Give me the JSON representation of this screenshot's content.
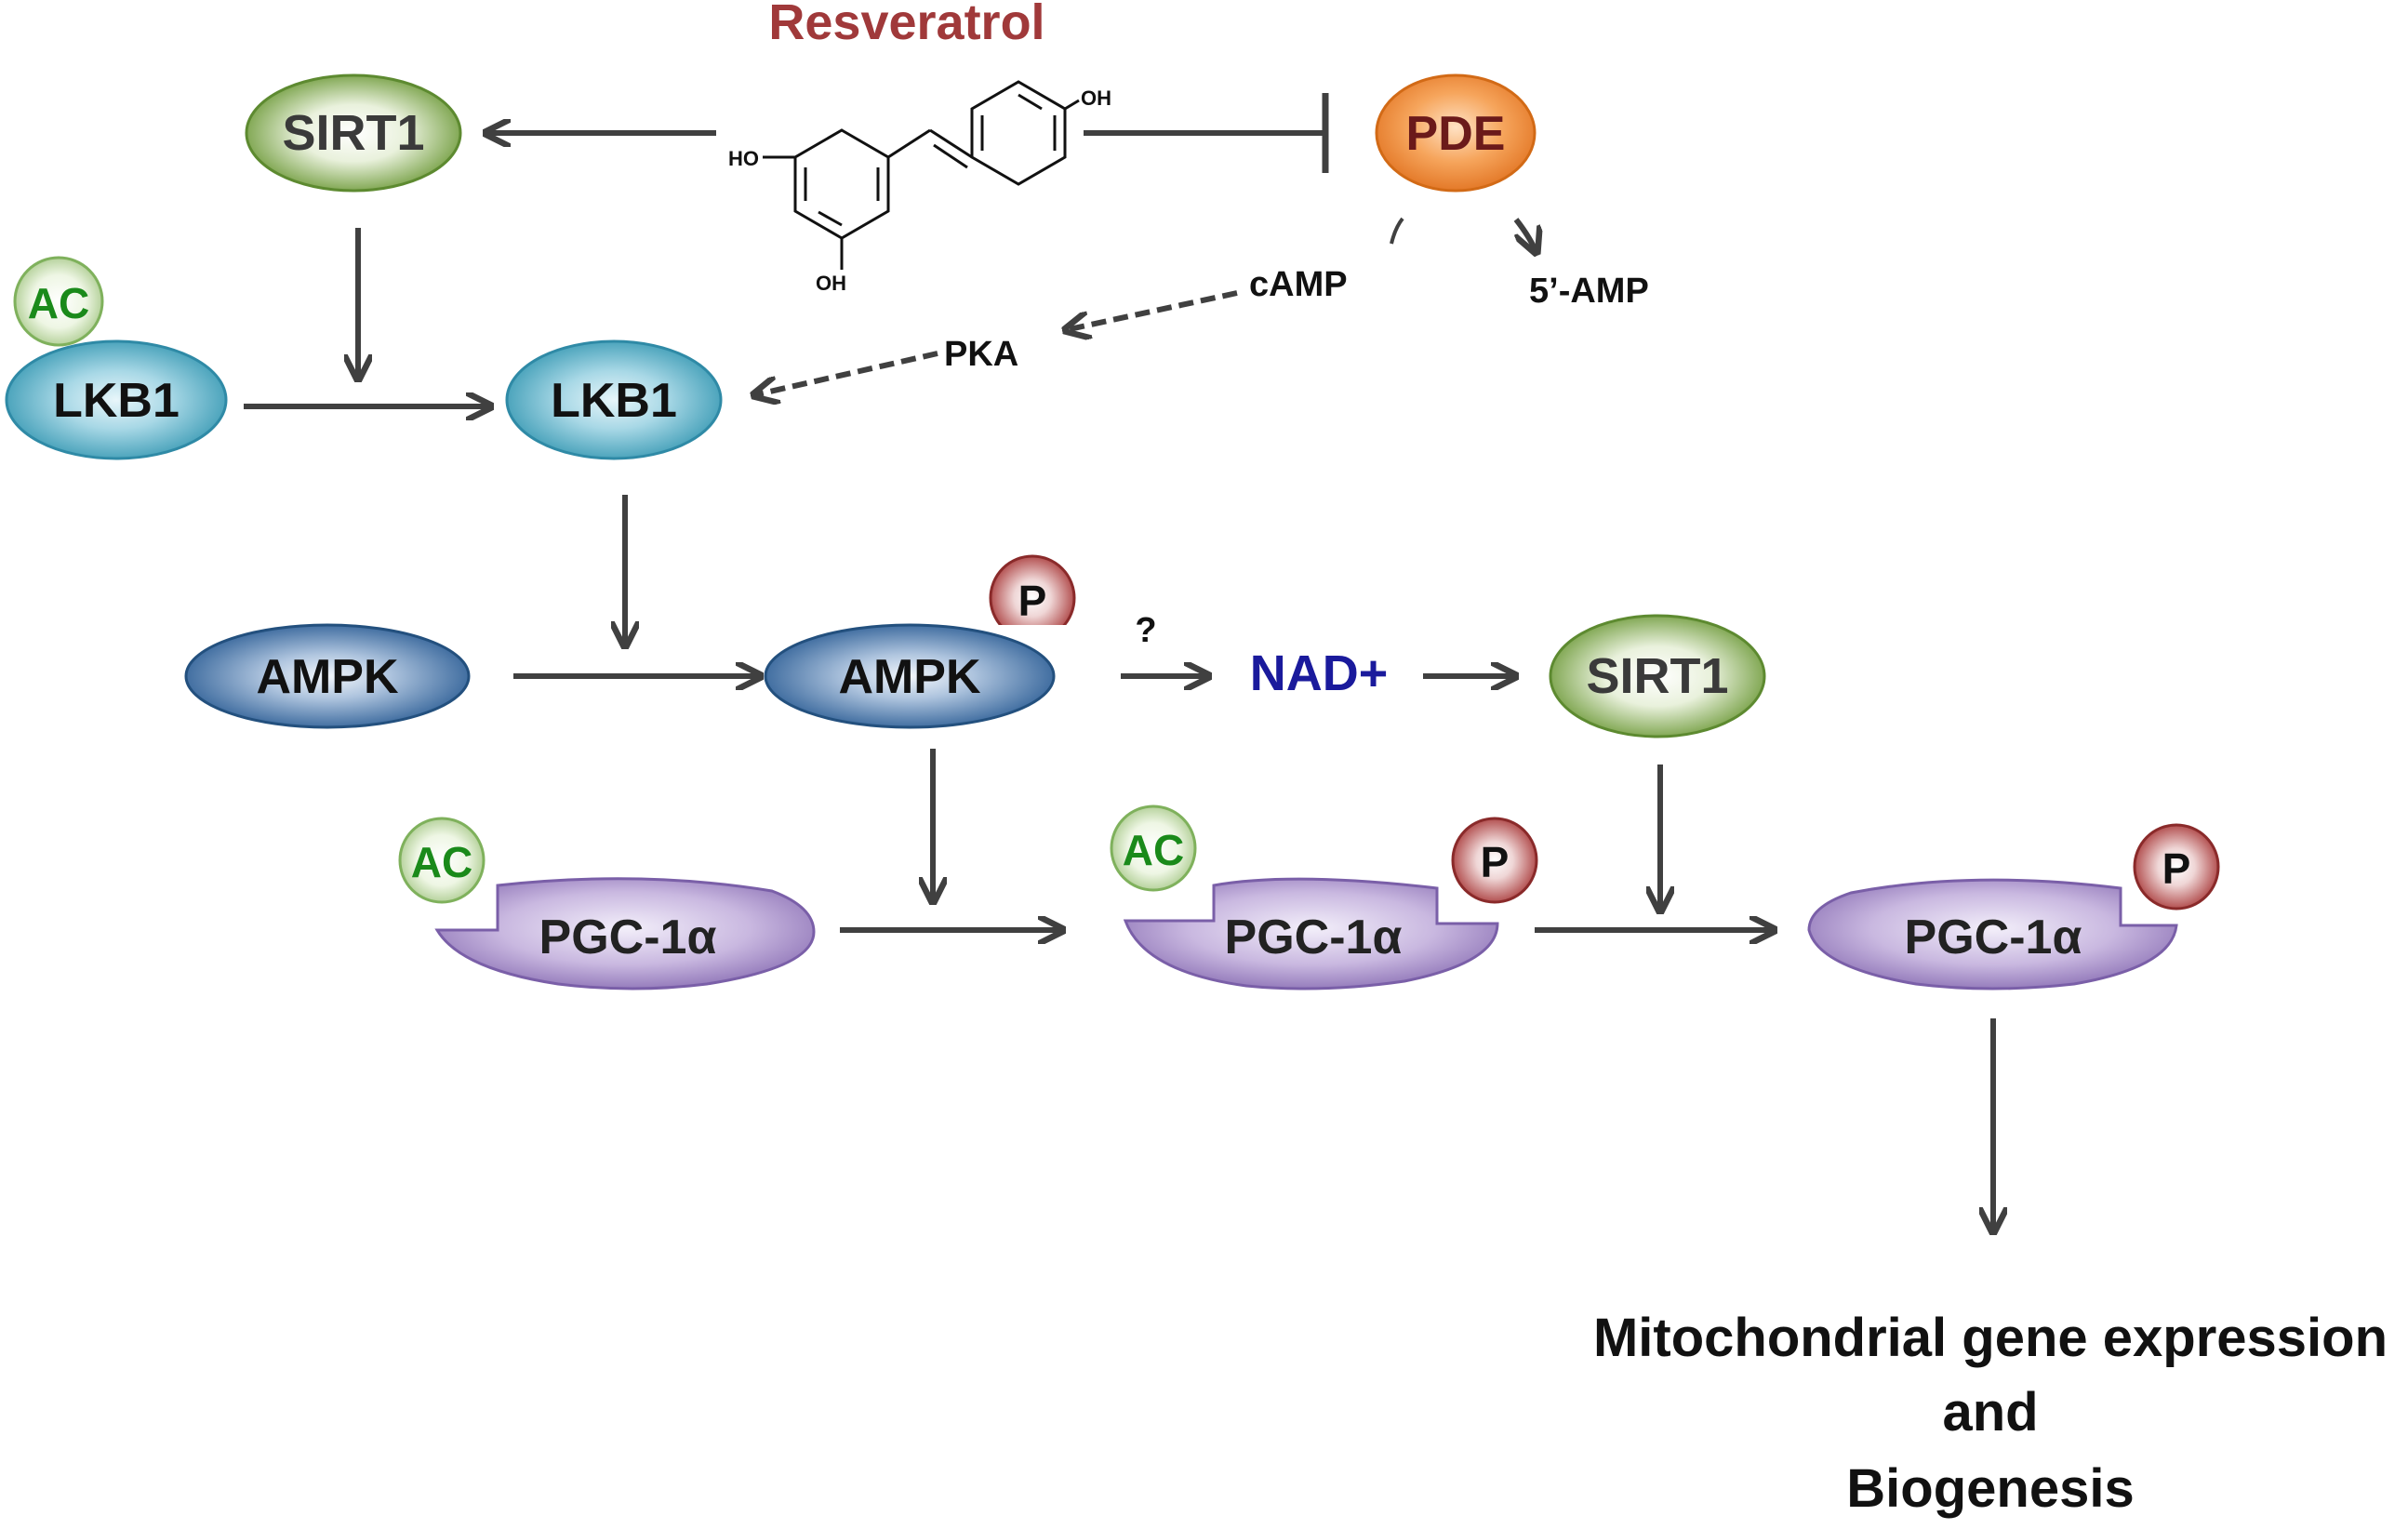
{
  "title": "Resveratrol",
  "labels": {
    "sirt1": "SIRT1",
    "pde": "PDE",
    "lkb1": "LKB1",
    "ampk": "AMPK",
    "pgc1a": "PGC-1α",
    "ac": "AC",
    "p": "P",
    "camp": "cAMP",
    "amp5": "5’-AMP",
    "pka": "PKA",
    "nad": "NAD+",
    "question": "?",
    "oh": "OH",
    "ho": "HO"
  },
  "outcome": {
    "line1": "Mitochondrial gene expression",
    "line2": "and",
    "line3": "Biogenesis"
  },
  "colors": {
    "title": "#a0393a",
    "nad": "#1a1a9c",
    "arrow": "#404040",
    "ac_text": "#1a8a1a",
    "pde_text": "#6b1a1a",
    "sirt1_text": "#3a3a3a"
  }
}
